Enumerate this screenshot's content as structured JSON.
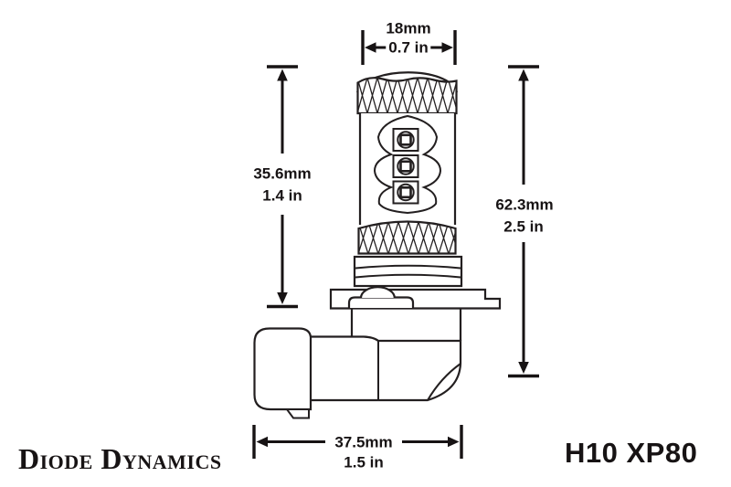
{
  "page": {
    "background_color": "#ffffff",
    "line_color": "#231f20",
    "description_type": "bulb-dimension-diagram"
  },
  "footer": {
    "brand": "Diode Dynamics",
    "model": "H10 XP80"
  },
  "dimensions": {
    "top_width": {
      "metric": "18mm",
      "imperial": "0.7 in"
    },
    "upper_body_height": {
      "metric": "35.6mm",
      "imperial": "1.4 in"
    },
    "overall_height": {
      "metric": "62.3mm",
      "imperial": "2.5 in"
    },
    "base_width": {
      "metric": "37.5mm",
      "imperial": "1.5 in"
    }
  }
}
